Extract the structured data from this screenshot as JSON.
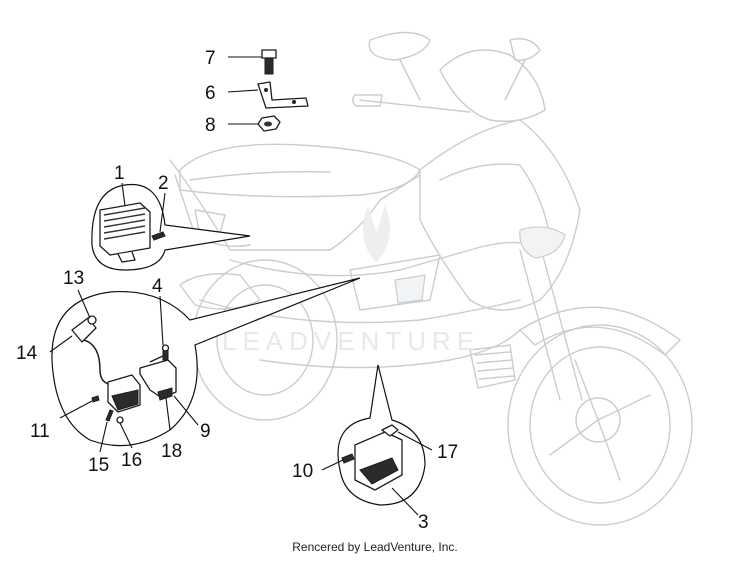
{
  "watermark": {
    "text": "LEADVENTURE"
  },
  "footer": {
    "credit": "Rencered by LeadVenture, Inc."
  },
  "callouts": {
    "n1": "1",
    "n2": "2",
    "n3": "3",
    "n4": "4",
    "n5": "6",
    "n6": "7",
    "n7": "8",
    "n8": "9",
    "n9": "10",
    "n10": "11",
    "n11": "13",
    "n12": "14",
    "n13": "15",
    "n14": "16",
    "n15": "17",
    "n16": "18"
  }
}
